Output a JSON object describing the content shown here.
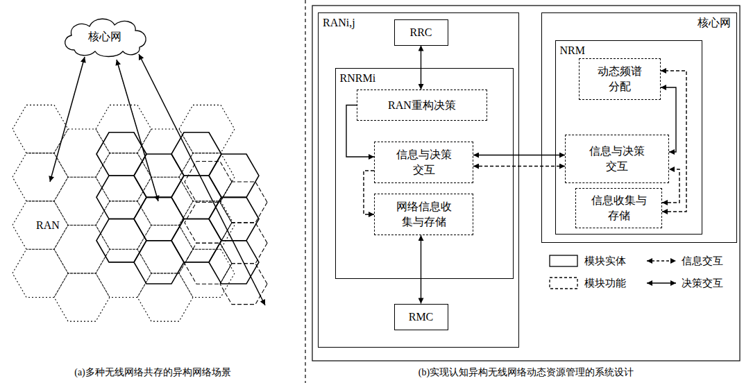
{
  "diagram": {
    "nodes": [
      {
        "text": [
          "核心网"
        ]
      },
      {
        "text": [
          "RANi,j"
        ]
      },
      {
        "text": [
          "RRC"
        ],
        "in": 1
      },
      {
        "text": [
          "RNRMi"
        ],
        "in": 1
      },
      {
        "text": [
          "RAN重构决策"
        ],
        "in": 3
      },
      {
        "text": [
          "信息与决策交互"
        ],
        "in": 3
      },
      {
        "text": [
          "网络信息收集与存储"
        ],
        "in": 3
      },
      {
        "text": [
          "RMC"
        ],
        "in": 1
      },
      {
        "text": [
          "核心网"
        ]
      },
      {
        "text": [
          "NRM"
        ],
        "in": 8
      },
      {
        "text": [
          "动态频谱分配"
        ],
        "in": 9
      },
      {
        "text": [
          "信息与决策交互"
        ],
        "in": 9
      },
      {
        "text": [
          "信息收集与存储"
        ],
        "in": 9
      }
    ],
    "edges": [
      {
        "from": 2,
        "to": 4,
        "arrow": "both"
      },
      {
        "from": 7,
        "to": 6,
        "arrow": "both"
      },
      {
        "from": 4,
        "to": 5,
        "arrow": "to"
      },
      {
        "from": 5,
        "to": 6,
        "arrow": "to"
      },
      {
        "from": 5,
        "to": 11,
        "arrow": "both"
      },
      {
        "from": 5,
        "to": 11,
        "arrow": "both"
      },
      {
        "from": 11,
        "to": 10,
        "arrow": "both"
      },
      {
        "from": 12,
        "to": 10,
        "arrow": "both"
      },
      {
        "from": 12,
        "to": 11,
        "arrow": "both"
      }
    ],
    "labels": [
      "RAN",
      "(a)多种无线网络共存的异构网络场景",
      "(b)实现认知异构无线网络动态资源管理的系统设计"
    ],
    "legend": [
      {
        "text": "模块实体"
      },
      {
        "text": "信息交互"
      },
      {
        "text": "模块功能"
      },
      {
        "text": "决策交互"
      }
    ]
  }
}
